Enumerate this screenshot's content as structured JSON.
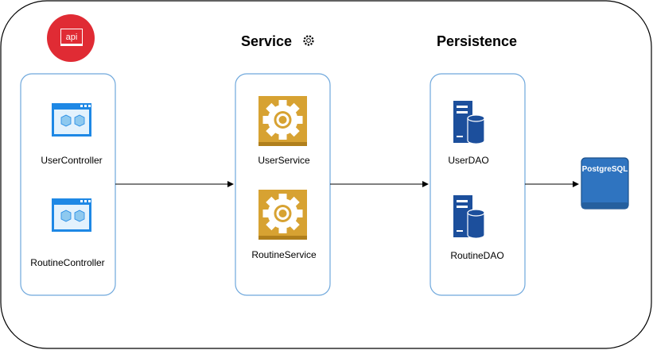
{
  "colors": {
    "frame": "#000000",
    "tier_border": "#6fa8dc",
    "api_badge": "#e02b34",
    "controller_icon": "#1e88e5",
    "service_icon": "#d7a232",
    "dao_icon": "#1c4f9c",
    "postgres_box": "#2f74c0",
    "arrow": "#000000"
  },
  "api_badge": {
    "text": "api",
    "icon": "api-logo"
  },
  "tiers": {
    "controller": {
      "items": [
        {
          "label": "UserController",
          "icon": "web-app-icon"
        },
        {
          "label": "RoutineController",
          "icon": "web-app-icon"
        }
      ]
    },
    "service": {
      "title": "Service",
      "title_icon": "gear-icon",
      "items": [
        {
          "label": "UserService",
          "icon": "gear-tile-icon"
        },
        {
          "label": "RoutineService",
          "icon": "gear-tile-icon"
        }
      ]
    },
    "persistence": {
      "title": "Persistence",
      "items": [
        {
          "label": "UserDAO",
          "icon": "server-database-icon"
        },
        {
          "label": "RoutineDAO",
          "icon": "server-database-icon"
        }
      ]
    }
  },
  "database": {
    "label": "PostgreSQL",
    "icon": "database-box-icon"
  }
}
